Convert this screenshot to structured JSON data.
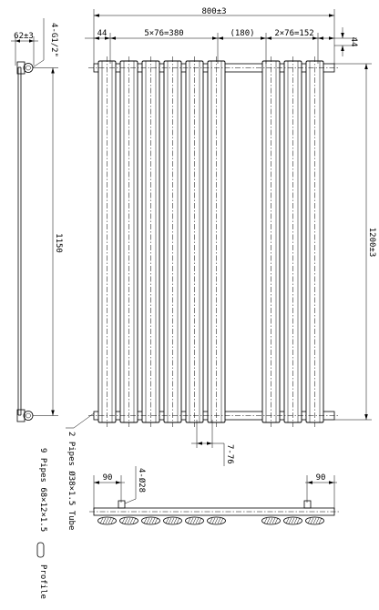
{
  "dimensions": {
    "overall_width": "800±3",
    "left_margin": "44",
    "group_left": "5×76=380",
    "gap": "(180)",
    "group_right": "2×76=152",
    "right_margin": "44",
    "overall_height": "1200±3",
    "side_depth": "62±3",
    "connections": "4-G1/2\"",
    "centre_height": "1150",
    "panel_pitch": "7-76",
    "bottom_left": "90",
    "bottom_right": "90",
    "bottom_holes": "4-Ø28"
  },
  "notes": {
    "pipes": "2 Pipes Ø38×1.5 Tube",
    "profile_a": "9 Pipes 68×12×1.5",
    "profile_b": "Profile"
  }
}
